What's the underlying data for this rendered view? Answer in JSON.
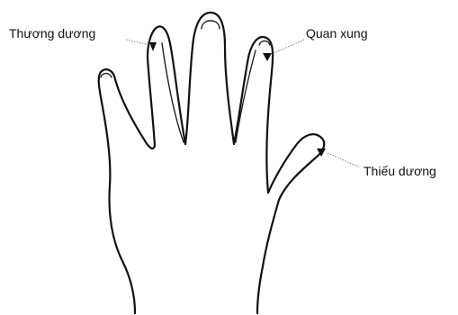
{
  "points": [
    {
      "id": "thuong-duong",
      "label": "Thương dương"
    },
    {
      "id": "quan-xung",
      "label": "Quan xung"
    },
    {
      "id": "thieu-duong",
      "label": "Thiếu dương"
    }
  ],
  "colors": {
    "ink": "#111111",
    "leader": "#777777",
    "background": "#ffffff"
  }
}
